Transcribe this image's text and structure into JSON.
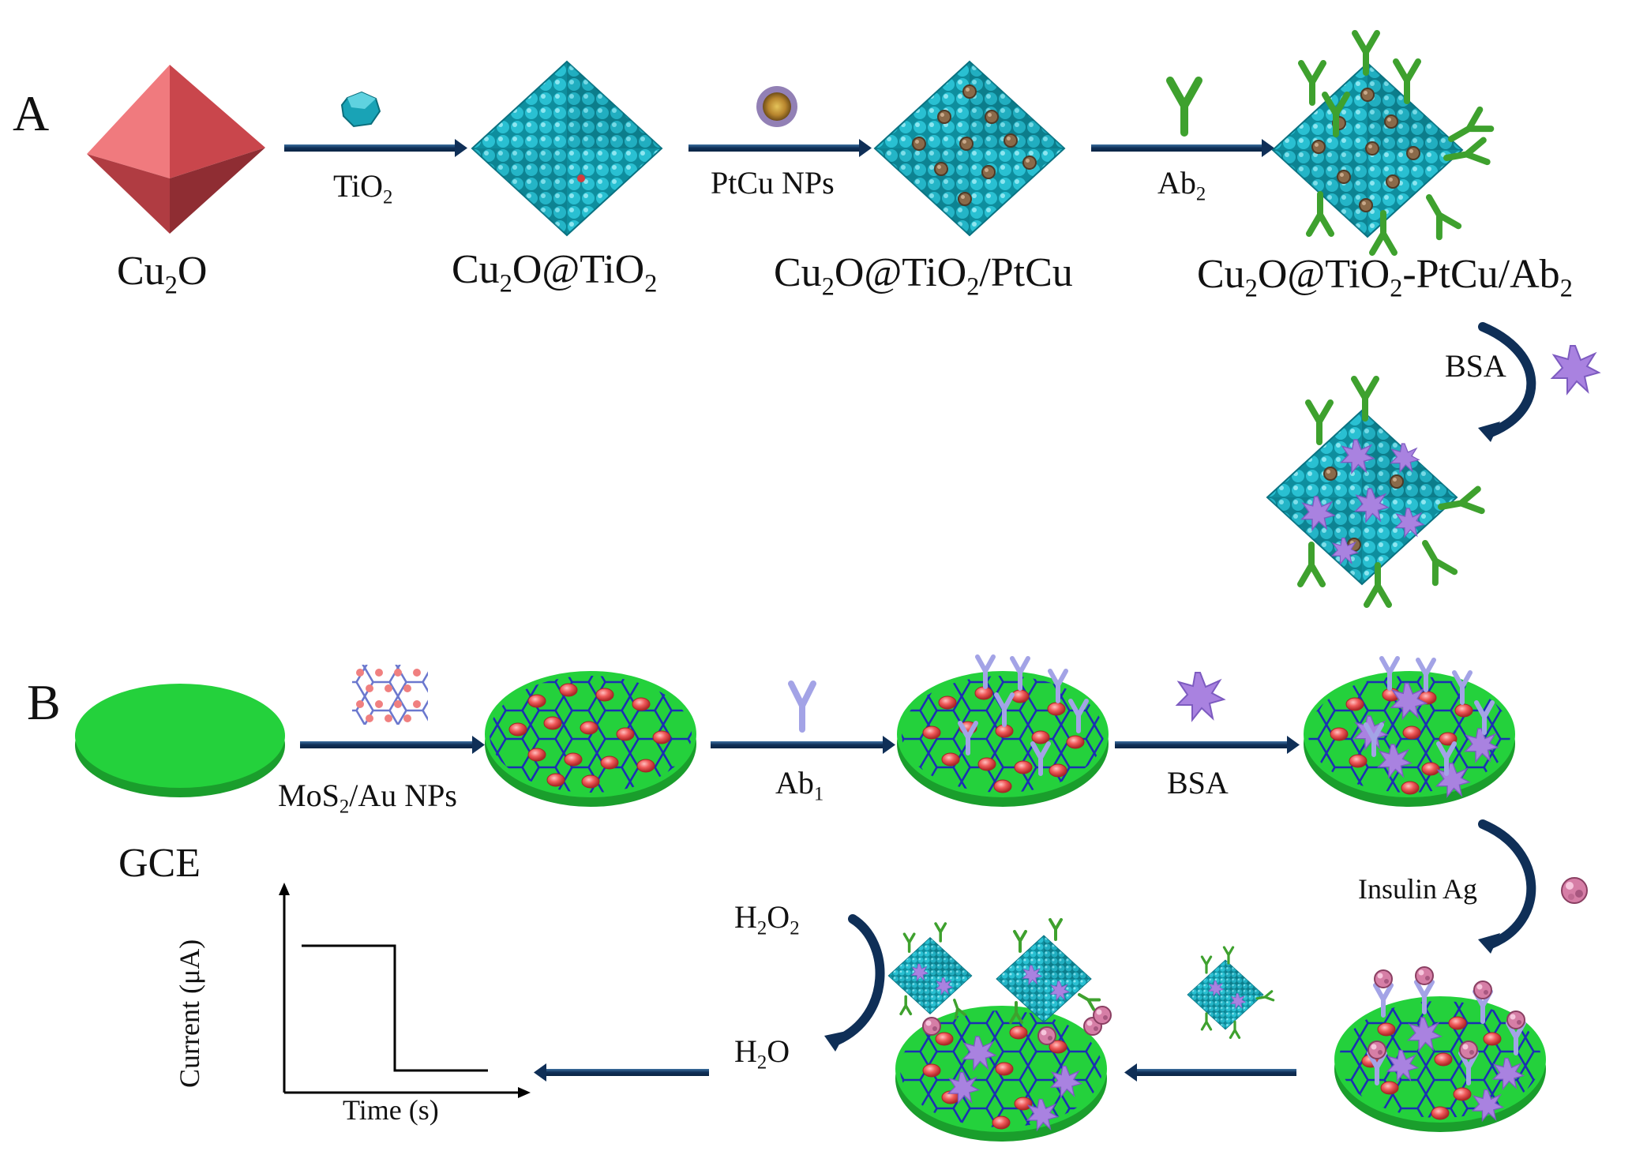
{
  "panels": {
    "a": "A",
    "b": "B"
  },
  "a": {
    "cu2o": {
      "base": "Cu",
      "sub": "2",
      "tail": "O"
    },
    "step_tio2": {
      "base": "TiO",
      "sub": "2"
    },
    "cu2o_tio2": {
      "p1": "Cu",
      "s1": "2",
      "p2": "O@TiO",
      "s2": "2"
    },
    "step_ptcu": "PtCu NPs",
    "cu2o_tio2_ptcu": {
      "p1": "Cu",
      "s1": "2",
      "p2": "O@TiO",
      "s2": "2",
      "p3": "/PtCu"
    },
    "step_ab2": {
      "base": "Ab",
      "sub": "2"
    },
    "conjugate": {
      "p1": "Cu",
      "s1": "2",
      "p2": "O@TiO",
      "s2": "2",
      "p3": "-PtCu/Ab",
      "s3": "2"
    },
    "step_bsa": "BSA"
  },
  "b": {
    "gce": "GCE",
    "step_mos2": {
      "p1": "MoS",
      "s1": "2",
      "p2": "/Au NPs"
    },
    "step_ab1": {
      "base": "Ab",
      "sub": "1"
    },
    "step_bsa": "BSA",
    "step_insulin": "Insulin Ag",
    "h2o2": {
      "p1": "H",
      "s1": "2",
      "p2": "O",
      "s2": "2"
    },
    "h2o": {
      "p1": "H",
      "s1": "2",
      "p2": "O"
    },
    "plot": {
      "ylabel": "Current (μA)",
      "xlabel": "Time (s)"
    }
  },
  "colors": {
    "cu2o_red": "#e8646a",
    "tio2_cyan": "#1fb3c4",
    "ptcu_brown": "#8a6a4a",
    "antibody_green": "#3ea12e",
    "bsa_purple": "#a982e0",
    "electrode_green": "#24d13c",
    "mos2_blue": "#1b2fb3",
    "au_red": "#f05a5a",
    "antibody1_lavender": "#a3a3e6",
    "insulin_pink": "#d67ea6",
    "arrow_navy": "#0f2f57"
  },
  "icons": [
    "octahedron-icon",
    "tio2-particle-icon",
    "ptcu-nanoparticle-icon",
    "antibody-icon",
    "bsa-star-icon",
    "electrode-disk-icon",
    "mos2-sheet-icon",
    "insulin-antigen-icon",
    "current-time-plot-icon"
  ]
}
